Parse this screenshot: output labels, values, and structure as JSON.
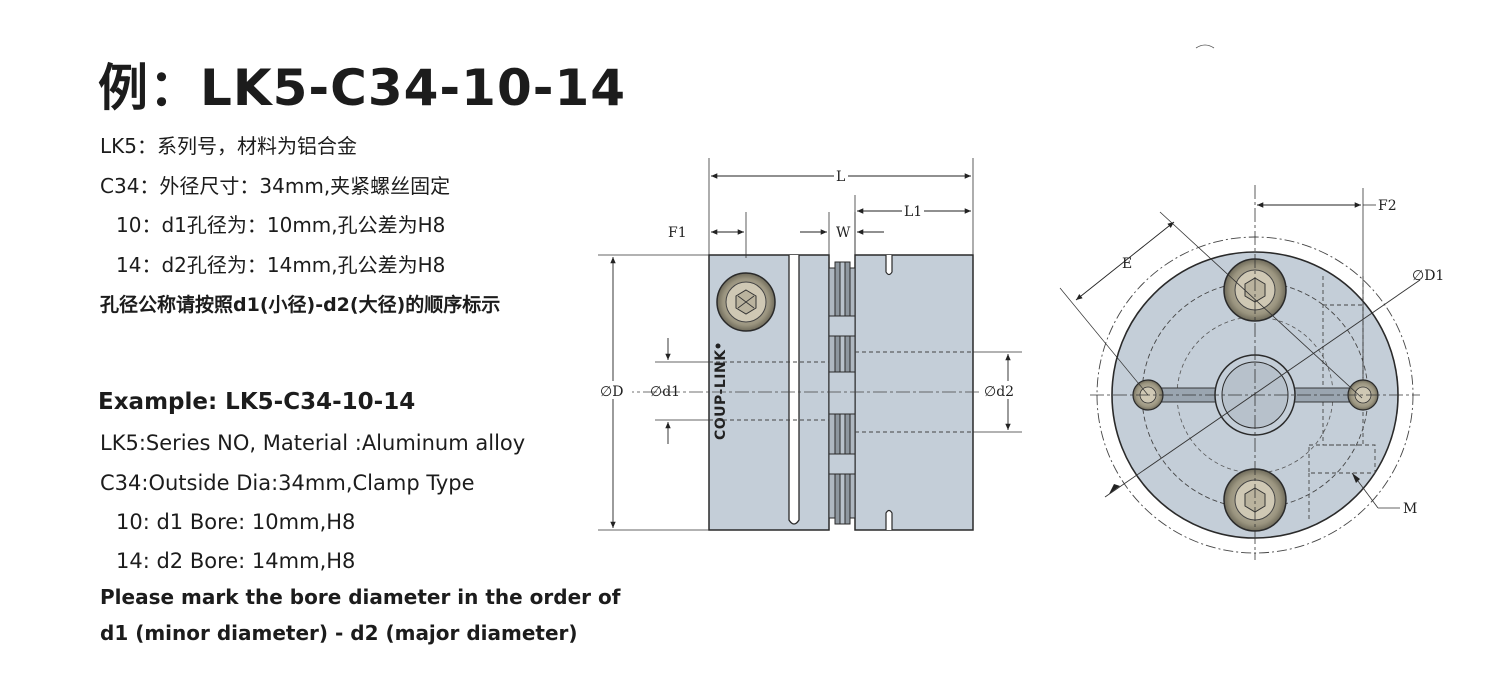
{
  "title": "例：LK5-C34-10-14",
  "chinese_lines": [
    "LK5：系列号，材料为铝合金",
    "C34：外径尺寸：34mm,夹紧螺丝固定",
    "10：d1孔径为：10mm,孔公差为H8",
    "14：d2孔径为：14mm,孔公差为H8"
  ],
  "chinese_note": "孔径公称请按照d1(小径)-d2(大径)的顺序标示",
  "english_heading": "Example: LK5-C34-10-14",
  "english_lines": [
    "LK5:Series NO, Material :Aluminum alloy",
    "C34:Outside Dia:34mm,Clamp Type",
    "10: d1 Bore: 10mm,H8",
    "14: d2 Bore: 14mm,H8"
  ],
  "english_note": [
    "Please mark the bore diameter in the order of",
    "d1 (minor diameter) - d2 (major diameter)"
  ],
  "side_view_labels": {
    "L": "L",
    "L1": "L1",
    "F1": "F1",
    "W": "W",
    "D": "∅D",
    "d1": "∅d1",
    "d2": "∅d2",
    "brand": "COUP-LINK"
  },
  "end_view_labels": {
    "F2": "F2",
    "D1": "∅D1",
    "E": "E",
    "M": "M"
  },
  "colors": {
    "body_fill": "#c4ced8",
    "line": "#2a2a2a"
  }
}
